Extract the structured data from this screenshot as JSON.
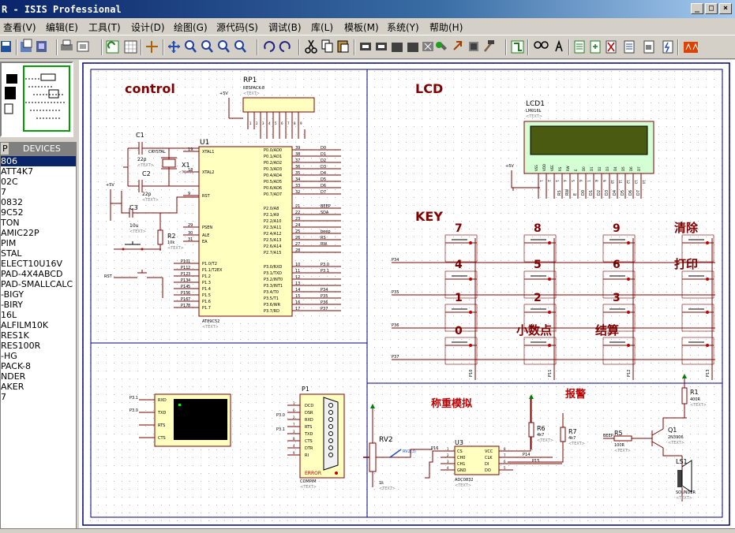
{
  "window": {
    "title": "R - ISIS Professional",
    "buttons": [
      "_",
      "□",
      "×"
    ]
  },
  "menu": [
    {
      "label": "查看(V)"
    },
    {
      "label": "编辑(E)"
    },
    {
      "label": "工具(T)"
    },
    {
      "label": "设计(D)"
    },
    {
      "label": "绘图(G)"
    },
    {
      "label": "源代码(S)"
    },
    {
      "label": "调试(B)"
    },
    {
      "label": "库(L)"
    },
    {
      "label": "模板(M)"
    },
    {
      "label": "系统(Y)"
    },
    {
      "label": "帮助(H)"
    }
  ],
  "panel": {
    "tab_p": "P",
    "tab_devices": "DEVICES",
    "devices": [
      "806",
      "ATT4K7",
      "02C",
      "7",
      "0832",
      "9C52",
      "TON",
      "AMIC22P",
      "PIM",
      "STAL",
      "ELECT10U16V",
      "PAD-4X4ABCD",
      "PAD-SMALLCALC",
      "-BIGY",
      "-BIRY",
      "16L",
      "ALFILM10K",
      "RES1K",
      "RES100R",
      "-HG",
      "PACK-8",
      "NDER",
      "AKER",
      "7"
    ]
  },
  "schematic": {
    "sections": {
      "control": "control",
      "lcd": "LCD",
      "key": "KEY",
      "weigh": "称重模拟",
      "alarm": "报警"
    },
    "rp1": {
      "ref": "RP1",
      "part": "RESPACK-8",
      "text": "<TEXT>",
      "pins": [
        "1",
        "2",
        "3",
        "4",
        "5",
        "6",
        "7",
        "8",
        "9"
      ]
    },
    "u1": {
      "ref": "U1",
      "part": "AT89C52",
      "text": "<TEXT>",
      "left_pins": [
        {
          "num": "19",
          "name": "XTAL1"
        },
        {
          "num": "18",
          "name": "XTAL2"
        },
        {
          "num": "9",
          "name": "RST"
        },
        {
          "num": "29",
          "name": "PSEN"
        },
        {
          "num": "30",
          "name": "ALE"
        },
        {
          "num": "31",
          "name": "EA"
        }
      ],
      "p1_pins": [
        {
          "num": "1",
          "name": "P1.0/T2",
          "net": "P10"
        },
        {
          "num": "2",
          "name": "P1.1/T2EX",
          "net": "P11"
        },
        {
          "num": "3",
          "name": "P1.2",
          "net": "P12"
        },
        {
          "num": "4",
          "name": "P1.3",
          "net": "P13"
        },
        {
          "num": "5",
          "name": "P1.4",
          "net": "P14"
        },
        {
          "num": "6",
          "name": "P1.5",
          "net": "P15"
        },
        {
          "num": "7",
          "name": "P1.6",
          "net": "P16"
        },
        {
          "num": "8",
          "name": "P1.7",
          "net": "P17"
        }
      ],
      "p0_pins": [
        {
          "num": "39",
          "name": "P0.0/AD0",
          "net": "D0"
        },
        {
          "num": "38",
          "name": "P0.1/AD1",
          "net": "D1"
        },
        {
          "num": "37",
          "name": "P0.2/AD2",
          "net": "D2"
        },
        {
          "num": "36",
          "name": "P0.3/AD3",
          "net": "D3"
        },
        {
          "num": "35",
          "name": "P0.4/AD4",
          "net": "D4"
        },
        {
          "num": "34",
          "name": "P0.5/AD5",
          "net": "D5"
        },
        {
          "num": "33",
          "name": "P0.6/AD6",
          "net": "D6"
        },
        {
          "num": "32",
          "name": "P0.7/AD7",
          "net": "D7"
        }
      ],
      "p2_pins": [
        {
          "num": "21",
          "name": "P2.0/A8",
          "net": "BEEP"
        },
        {
          "num": "22",
          "name": "P2.1/A9",
          "net": "SDA"
        },
        {
          "num": "23",
          "name": "P2.2/A10",
          "net": ""
        },
        {
          "num": "24",
          "name": "P2.3/A11",
          "net": ""
        },
        {
          "num": "25",
          "name": "P2.4/A12",
          "net": "beep"
        },
        {
          "num": "26",
          "name": "P2.5/A13",
          "net": "RS"
        },
        {
          "num": "27",
          "name": "P2.6/A14",
          "net": "RW"
        },
        {
          "num": "28",
          "name": "P2.7/A15",
          "net": ""
        }
      ],
      "p3_pins": [
        {
          "num": "10",
          "name": "P3.0/RXD",
          "net": "P3.0"
        },
        {
          "num": "11",
          "name": "P3.1/TXD",
          "net": "P3.1"
        },
        {
          "num": "12",
          "name": "P3.2/INT0",
          "net": ""
        },
        {
          "num": "13",
          "name": "P3.3/INT1",
          "net": ""
        },
        {
          "num": "14",
          "name": "P3.4/T0",
          "net": "P34"
        },
        {
          "num": "15",
          "name": "P3.5/T1",
          "net": "P35"
        },
        {
          "num": "16",
          "name": "P3.6/WR",
          "net": "P36"
        },
        {
          "num": "17",
          "name": "P3.7/RD",
          "net": "P37"
        }
      ]
    },
    "c1": {
      "ref": "C1",
      "value": "22p",
      "text": "<TEXT>"
    },
    "c2": {
      "ref": "C2",
      "value": "22p",
      "text": "<TEXT>"
    },
    "c3": {
      "ref": "C3",
      "value": "10u",
      "text": "<TEXT>"
    },
    "x1": {
      "ref": "X1",
      "part": "CRYSTAL",
      "text": "<TEXT>"
    },
    "r2": {
      "ref": "R2",
      "value": "10k",
      "text": "<TEXT>"
    },
    "rst_label": "RST",
    "vcc": "+5V",
    "lcd1": {
      "ref": "LCD1",
      "part": "LM016L",
      "text": "<TEXT>",
      "pins": [
        "VSS",
        "VDD",
        "VEE",
        "RS",
        "RW",
        "E",
        "D0",
        "D1",
        "D2",
        "D3",
        "D4",
        "D5",
        "D6",
        "D7"
      ],
      "pin_nums": [
        "1",
        "2",
        "3",
        "4",
        "5",
        "6",
        "7",
        "8",
        "9",
        "10",
        "11",
        "12",
        "13",
        "14"
      ]
    },
    "lcd_nets": [
      "RS",
      "RW",
      "E",
      "D0",
      "D1",
      "D2",
      "D3",
      "D4",
      "D5",
      "D6",
      "D7"
    ],
    "keys": [
      [
        "7",
        "8",
        "9",
        "清除"
      ],
      [
        "4",
        "5",
        "6",
        "打印"
      ],
      [
        "1",
        "2",
        "3",
        ""
      ],
      [
        "0",
        "小数点",
        "结算",
        ""
      ]
    ],
    "key_row_nets": [
      "P34",
      "P35",
      "P36",
      "P37"
    ],
    "key_col_nets": [
      "P10",
      "P11",
      "P12",
      "P13"
    ],
    "vterm": {
      "lines": [
        "RXD",
        "TXD",
        "RTS",
        "CTS"
      ],
      "nets": [
        "P3.1",
        "P3.0"
      ]
    },
    "p1": {
      "ref": "P1",
      "part": "COMPIM",
      "text": "<TEXT>",
      "pins": [
        "DCD",
        "DSR",
        "RXD",
        "RTS",
        "TXD",
        "CTS",
        "DTR",
        "RI"
      ],
      "nums": [
        "1",
        "6",
        "2",
        "7",
        "3",
        "8",
        "4",
        "9"
      ],
      "error": "ERROR",
      "nets": [
        "P3.0",
        "P3.1"
      ]
    },
    "rv2": {
      "ref": "RV2",
      "value": "1k",
      "text": "<TEXT>",
      "probe": "RV2(3)"
    },
    "u3": {
      "ref": "U3",
      "part": "ADC0832",
      "text": "<TEXT>",
      "left": [
        "CS",
        "CH0",
        "CH1",
        "GND"
      ],
      "right": [
        "VCC",
        "CLK",
        "DI",
        "DO"
      ],
      "left_nums": [
        "1",
        "2",
        "3",
        "4"
      ],
      "right_nums": [
        "8",
        "7",
        "6",
        "5"
      ],
      "nets": [
        "P16",
        "P14",
        "P15"
      ]
    },
    "r6": {
      "ref": "R6",
      "value": "4k7",
      "text": "<TEXT>"
    },
    "r7": {
      "ref": "R7",
      "value": "4k7",
      "text": "<TEXT>"
    },
    "r5": {
      "ref": "R5",
      "value": "100R",
      "text": "<TEXT>"
    },
    "r1": {
      "ref": "R1",
      "value": "400R",
      "text": "<TEXT>"
    },
    "q1": {
      "ref": "Q1",
      "part": "2N3906",
      "text": "<TEXT>"
    },
    "ls1": {
      "ref": "LS1",
      "part": "SOUNDER",
      "text": "<TEXT>"
    },
    "beep": "BEEP"
  }
}
